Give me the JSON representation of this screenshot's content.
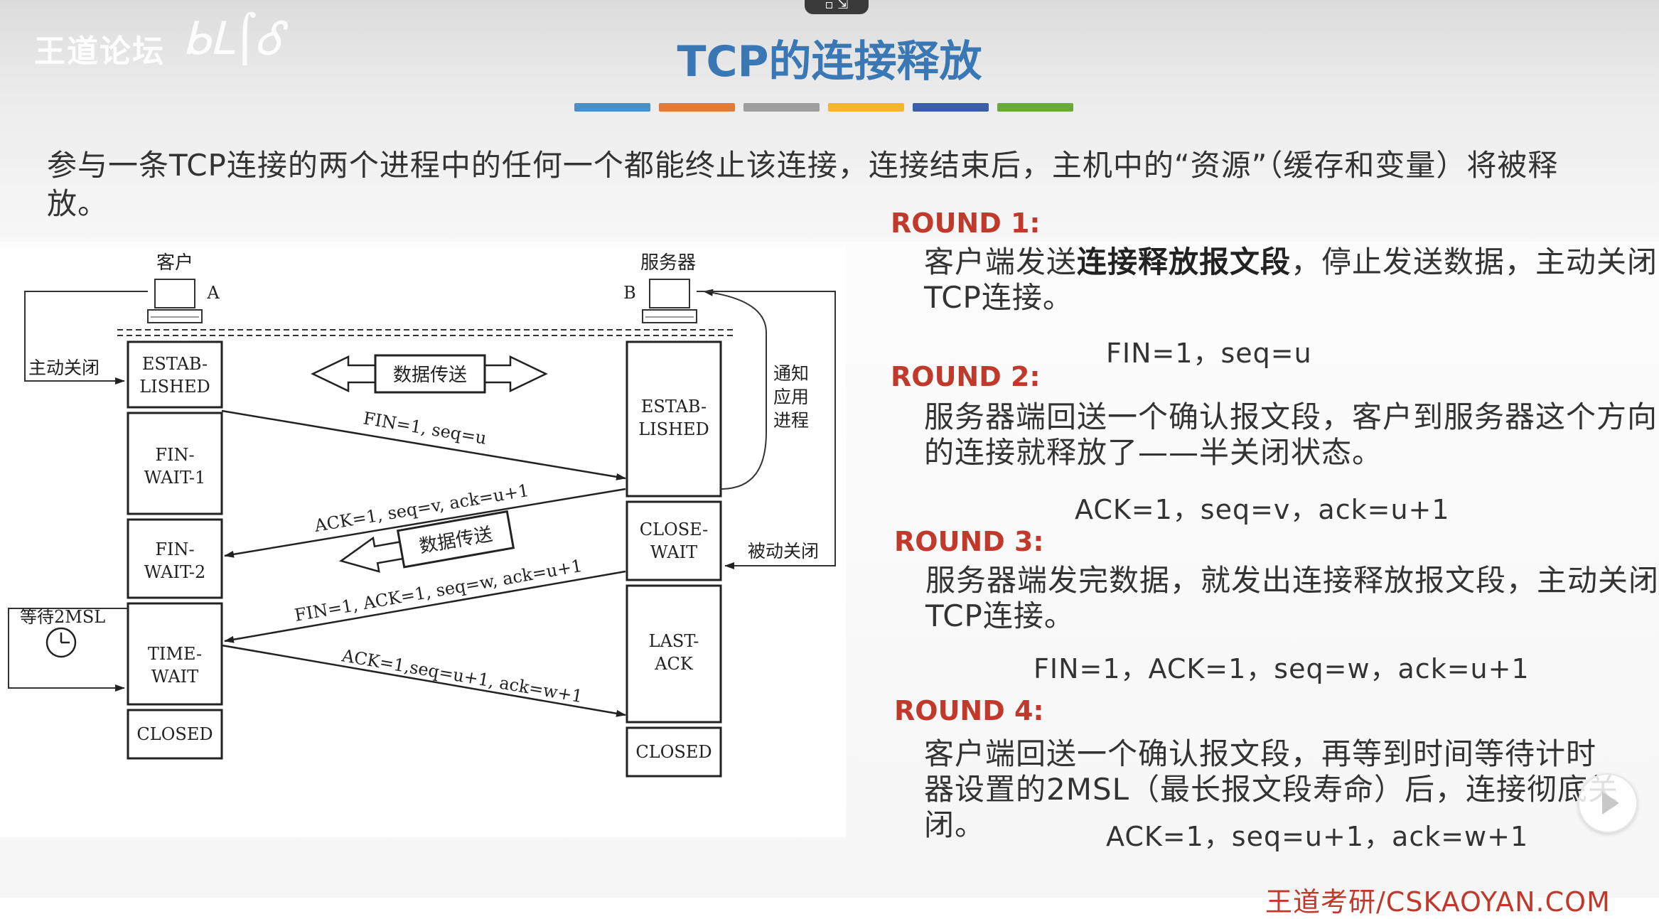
{
  "header": {
    "watermark": "王道论坛",
    "watermark_glyph": "b̵̶",
    "title": "TCP的连接释放",
    "bar_colors": [
      "#4a90c8",
      "#e07b39",
      "#9e9e9e",
      "#f2b630",
      "#3a5fa8",
      "#6aaa3a"
    ]
  },
  "intro": "参与一条TCP连接的两个进程中的任何一个都能终止该连接，连接结束后，主机中的“资源”（缓存和变量）将被释放。",
  "diagram": {
    "client_label": "客户",
    "client_letter": "A",
    "server_label": "服务器",
    "server_letter": "B",
    "active_close": "主动关闭",
    "passive_close": "被动关闭",
    "notify_line1": "通知",
    "notify_line2": "应用",
    "notify_line3": "进程",
    "wait_2msl": "等待2MSL",
    "data_transfer_1": "数据传送",
    "data_transfer_2": "数据传送",
    "client_states": [
      {
        "l1": "ESTAB-",
        "l2": "LISHED"
      },
      {
        "l1": "FIN-",
        "l2": "WAIT-1"
      },
      {
        "l1": "FIN-",
        "l2": "WAIT-2"
      },
      {
        "l1": "TIME-",
        "l2": "WAIT"
      },
      {
        "l1": "CLOSED",
        "l2": ""
      }
    ],
    "server_states": [
      {
        "l1": "ESTAB-",
        "l2": "LISHED"
      },
      {
        "l1": "CLOSE-",
        "l2": "WAIT"
      },
      {
        "l1": "LAST-",
        "l2": "ACK"
      },
      {
        "l1": "CLOSED",
        "l2": ""
      }
    ],
    "messages": [
      "FIN=1, seq=u",
      "ACK=1, seq=v, ack=u+1",
      "FIN=1, ACK=1, seq=w, ack=u+1",
      "ACK=1,seq=u+1, ack=w+1"
    ]
  },
  "rounds": [
    {
      "label": "ROUND 1:",
      "desc_pre": "客户端发送",
      "desc_bold": "连接释放报文段",
      "desc_post": "，停止发送数据，主动关闭TCP连接。",
      "formula": "FIN=1，seq=u"
    },
    {
      "label": "ROUND 2:",
      "desc_pre": "服务器端回送一个确认报文段，客户到服务器这个方向的连接就释放了——半关闭状态。",
      "desc_bold": "",
      "desc_post": "",
      "formula": "ACK=1，seq=v，ack=u+1"
    },
    {
      "label": "ROUND 3:",
      "desc_pre": "服务器端发完数据，就发出连接释放报文段，主动关闭TCP连接。",
      "desc_bold": "",
      "desc_post": "",
      "formula": "FIN=1，ACK=1，seq=w，ack=u+1"
    },
    {
      "label": "ROUND 4:",
      "desc_pre": "客户端回送一个确认报文段，再等到时间等待计时器设置的2MSL（最长报文段寿命）后，连接彻底关闭。",
      "desc_bold": "",
      "desc_post": "",
      "formula": "ACK=1，seq=u+1，ack=w+1"
    }
  ],
  "footer": "王道考研/CSKAOYAN.COM"
}
